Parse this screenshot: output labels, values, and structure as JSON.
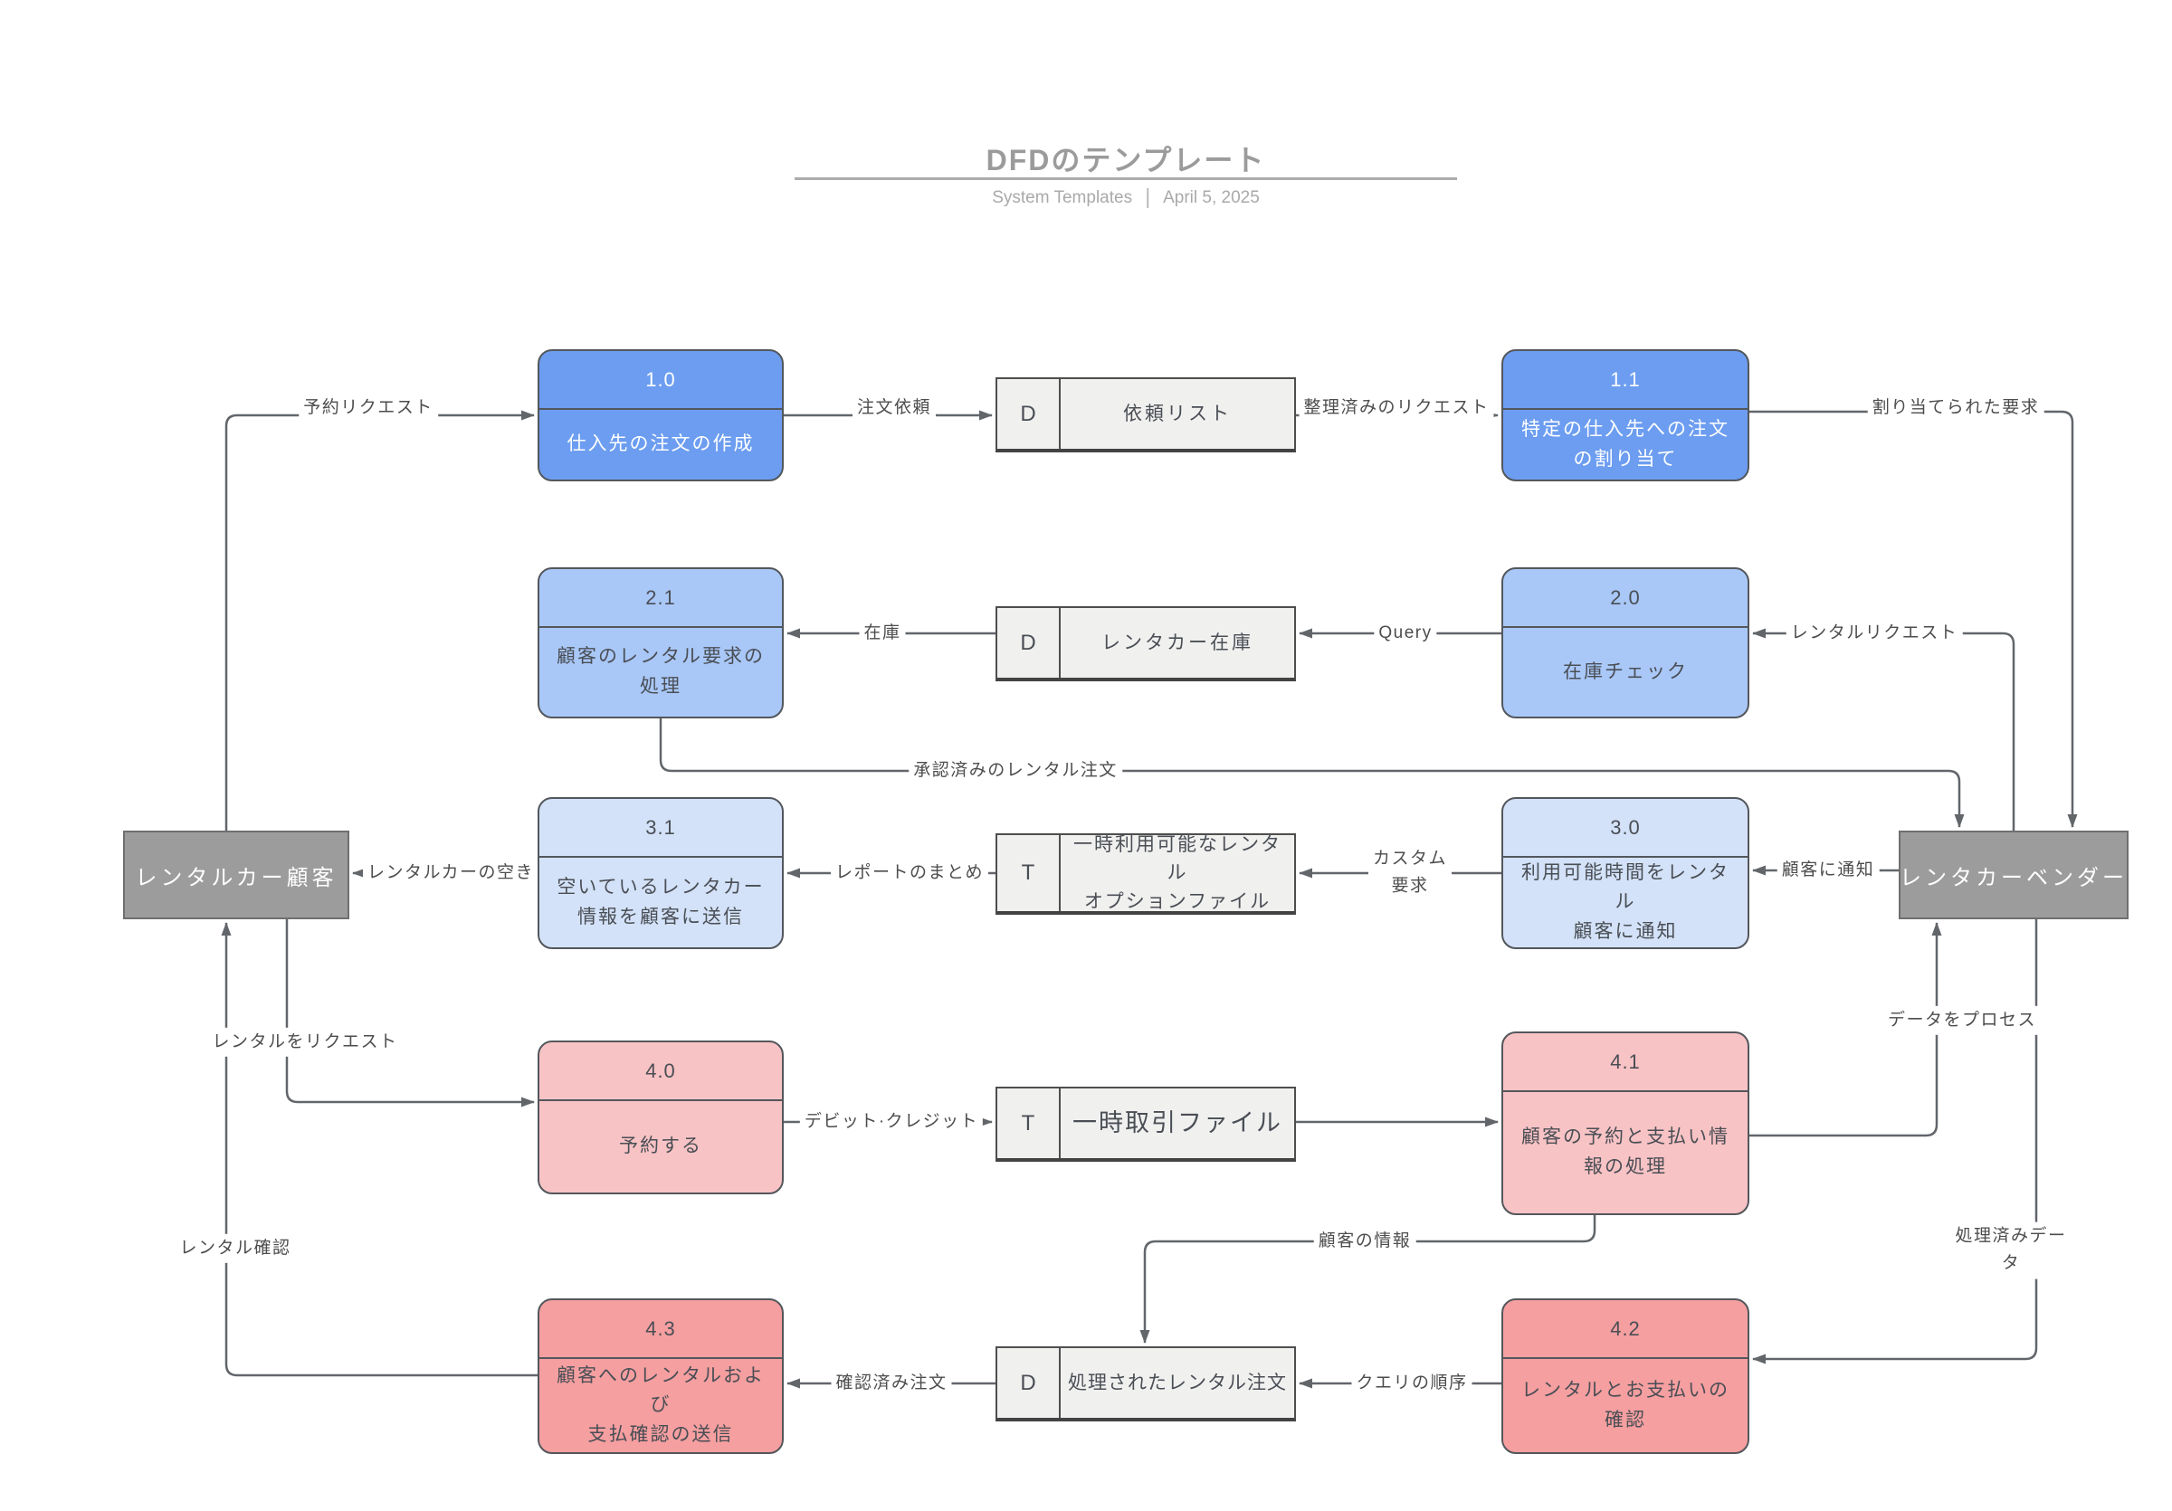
{
  "header": {
    "title": "DFDのテンプレート",
    "subtitle": "System Templates",
    "date": "April 5, 2025"
  },
  "colors": {
    "process_blue_dark": "#6C9DF0",
    "process_blue_mid": "#A9C8F8",
    "process_blue_light": "#D3E2F8",
    "process_pink_light": "#F8C3C5",
    "process_pink_dark": "#F59FA0",
    "store_fill": "#F0F0EF",
    "entity_fill": "#9C9C9C",
    "line": "#62666B",
    "label_text": "#4D4D4D",
    "title_text": "#9B9B9B"
  },
  "processes": [
    {
      "id": "1.0",
      "label": "仕入先の注文の作成",
      "fill": "#6C9DF0",
      "text": "#FFFFFF"
    },
    {
      "id": "1.1",
      "label": "特定の仕入先への注文\nの割り当て",
      "fill": "#6C9DF0",
      "text": "#FFFFFF"
    },
    {
      "id": "2.1",
      "label": "顧客のレンタル要求の\n処理",
      "fill": "#A9C8F8",
      "text": "#4A4E55"
    },
    {
      "id": "2.0",
      "label": "在庫チェック",
      "fill": "#A9C8F8",
      "text": "#4A4E55"
    },
    {
      "id": "3.1",
      "label": "空いているレンタカー\n情報を顧客に送信",
      "fill": "#D3E2F8",
      "text": "#4A4E55"
    },
    {
      "id": "3.0",
      "label": "利用可能時間をレンタル\n顧客に通知",
      "fill": "#D3E2F8",
      "text": "#4A4E55"
    },
    {
      "id": "4.0",
      "label": "予約する",
      "fill": "#F8C3C5",
      "text": "#4A4E55"
    },
    {
      "id": "4.1",
      "label": "顧客の予約と支払い情\n報の処理",
      "fill": "#F8C3C5",
      "text": "#4A4E55"
    },
    {
      "id": "4.3",
      "label": "顧客へのレンタルおよび\n支払確認の送信",
      "fill": "#F59FA0",
      "text": "#4A4E55"
    },
    {
      "id": "4.2",
      "label": "レンタルとお支払いの\n確認",
      "fill": "#F59FA0",
      "text": "#4A4E55"
    }
  ],
  "stores": [
    {
      "tag": "D",
      "label": "依頼リスト"
    },
    {
      "tag": "D",
      "label": "レンタカー在庫"
    },
    {
      "tag": "T",
      "label": "一時利用可能なレンタル\nオプションファイル"
    },
    {
      "tag": "T",
      "label": "一時取引ファイル"
    },
    {
      "tag": "D",
      "label": "処理されたレンタル注文"
    }
  ],
  "entities": [
    {
      "label": "レンタルカー顧客"
    },
    {
      "label": "レンタカーベンダー"
    }
  ],
  "flows": [
    {
      "label": "予約リクエスト"
    },
    {
      "label": "注文依頼"
    },
    {
      "label": "整理済みのリクエスト"
    },
    {
      "label": "割り当てられた要求"
    },
    {
      "label": "レンタルリクエスト"
    },
    {
      "label": "Query"
    },
    {
      "label": "在庫"
    },
    {
      "label": "承認済みのレンタル注文"
    },
    {
      "label": "顧客に通知"
    },
    {
      "label": "レンタルカーの空き"
    },
    {
      "label": "レポートのまとめ"
    },
    {
      "label": "カスタム\n要求"
    },
    {
      "label": "データをプロセス"
    },
    {
      "label": "レンタルをリクエスト"
    },
    {
      "label": "デビット·クレジット"
    },
    {
      "label": "顧客の情報"
    },
    {
      "label": "処理済みデー\nタ"
    },
    {
      "label": "確認済み注文"
    },
    {
      "label": "クエリの順序"
    },
    {
      "label": "レンタル確認"
    }
  ]
}
